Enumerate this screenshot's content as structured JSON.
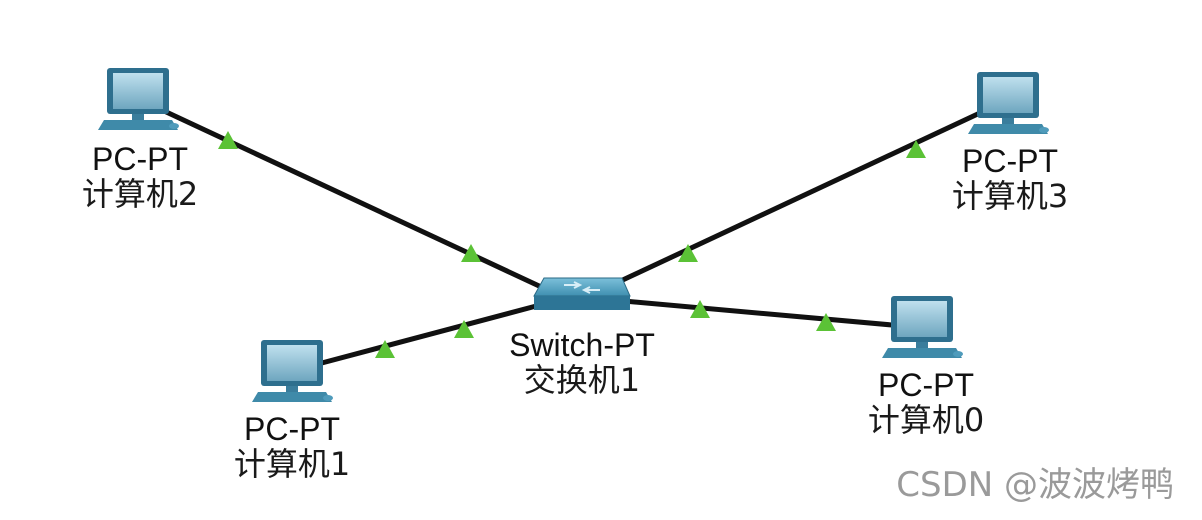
{
  "diagram": {
    "nodes": [
      {
        "id": "switch1",
        "kind": "switch",
        "type_label": "Switch-PT",
        "name_label": "交换机1"
      },
      {
        "id": "pc2",
        "kind": "pc",
        "type_label": "PC-PT",
        "name_label": "计算机2"
      },
      {
        "id": "pc3",
        "kind": "pc",
        "type_label": "PC-PT",
        "name_label": "计算机3"
      },
      {
        "id": "pc1",
        "kind": "pc",
        "type_label": "PC-PT",
        "name_label": "计算机1"
      },
      {
        "id": "pc0",
        "kind": "pc",
        "type_label": "PC-PT",
        "name_label": "计算机0"
      }
    ],
    "links": [
      {
        "from": "pc2",
        "to": "switch1",
        "status": "up"
      },
      {
        "from": "pc3",
        "to": "switch1",
        "status": "up"
      },
      {
        "from": "pc1",
        "to": "switch1",
        "status": "up"
      },
      {
        "from": "pc0",
        "to": "switch1",
        "status": "up"
      }
    ],
    "colors": {
      "link": "#111111",
      "link_status_up": "#5bc236",
      "pc_screen": "#7fb2c9",
      "pc_body": "#2e6f8e",
      "switch_body": "#3f8fb0"
    }
  },
  "watermark": "CSDN @波波烤鸭"
}
